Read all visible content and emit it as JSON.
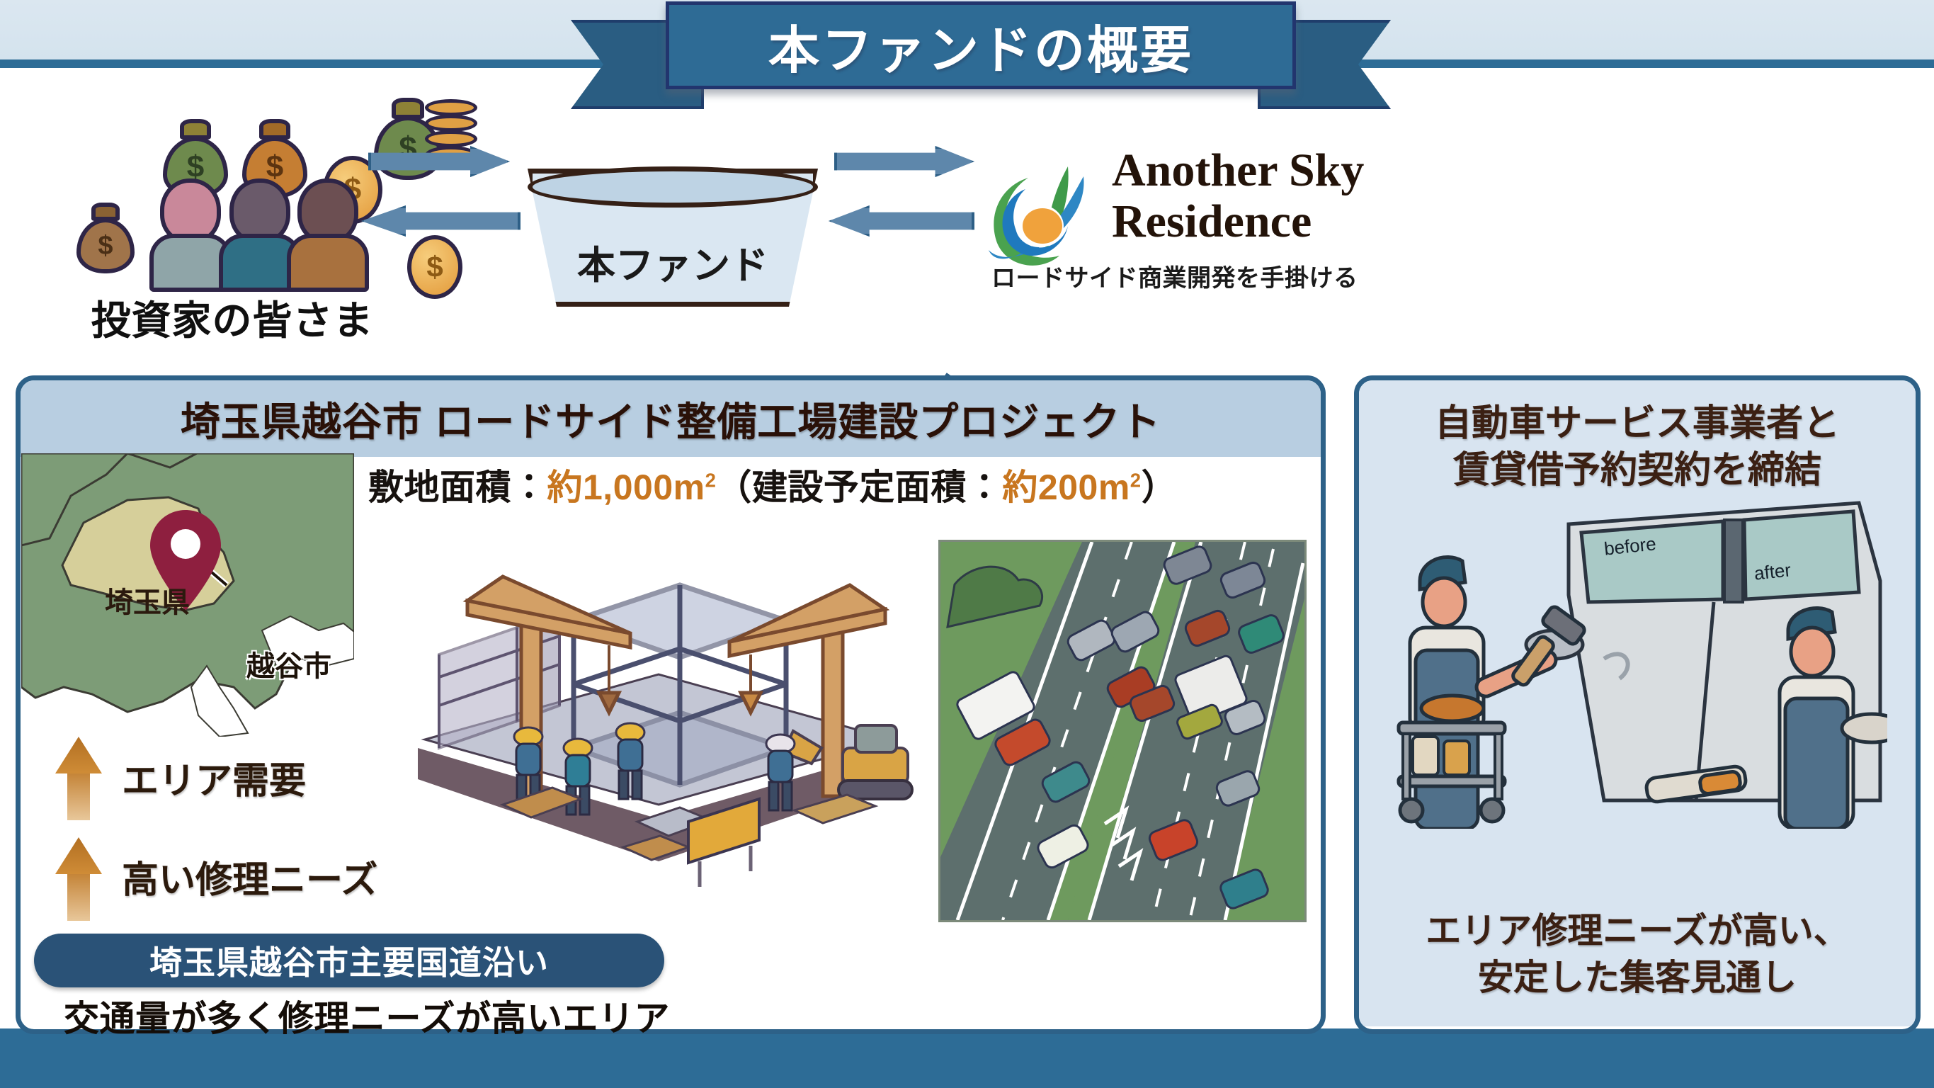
{
  "header": {
    "title": "本ファンドの概要"
  },
  "flow": {
    "investors_label": "投資家の皆さま",
    "fund_label": "本ファンド",
    "coin_symbol": "$",
    "bag_symbol": "$",
    "company": {
      "name_line1": "Another Sky",
      "name_line2": "Residence",
      "tagline": "ロードサイド商業開発を手掛ける"
    }
  },
  "project_panel": {
    "title": "埼玉県越谷市 ロードサイド整備工場建設プロジェクト",
    "area_prefix": "敷地面積：",
    "area_value": "約1,000",
    "area_unit": "m",
    "area_unit_sup": "2",
    "area_mid": "（建設予定面積：",
    "build_value": "約200",
    "build_unit": "m",
    "build_unit_sup": "2",
    "area_suffix": "）",
    "map": {
      "prefecture_label": "埼玉県",
      "city_label": "越谷市"
    },
    "trends": [
      {
        "label": "エリア需要"
      },
      {
        "label": "高い修理ニーズ"
      }
    ],
    "pill_label": "埼玉県越谷市主要国道沿い",
    "bottom_note": "交通量が多く修理ニーズが高いエリア"
  },
  "tenant_panel": {
    "title_line1": "自動車サービス事業者と",
    "title_line2": "賃貸借予約契約を締結",
    "image_labels": {
      "before": "before",
      "after": "after"
    },
    "footer_line1": "エリア修理ニーズが高い、",
    "footer_line2": "安定した集客見通し"
  },
  "colors": {
    "ribbon_fill": "#2e6b95",
    "ribbon_border": "#22356e",
    "panel_border": "#2d6188",
    "panel_head": "#b8cee1",
    "right_panel_bg": "#d8e4f0",
    "accent_orange": "#c8761f",
    "pill_blue": "#2a5277",
    "footer_bar": "#2d6c96",
    "top_band": "#d4e3ee"
  }
}
